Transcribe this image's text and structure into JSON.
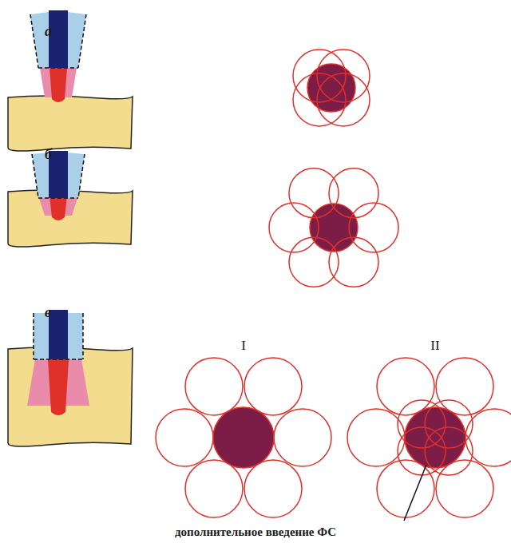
{
  "diagram": {
    "labels": [
      "а",
      "б",
      "в",
      "I",
      "II",
      "дополнительное введение ФС"
    ]
  }
}
